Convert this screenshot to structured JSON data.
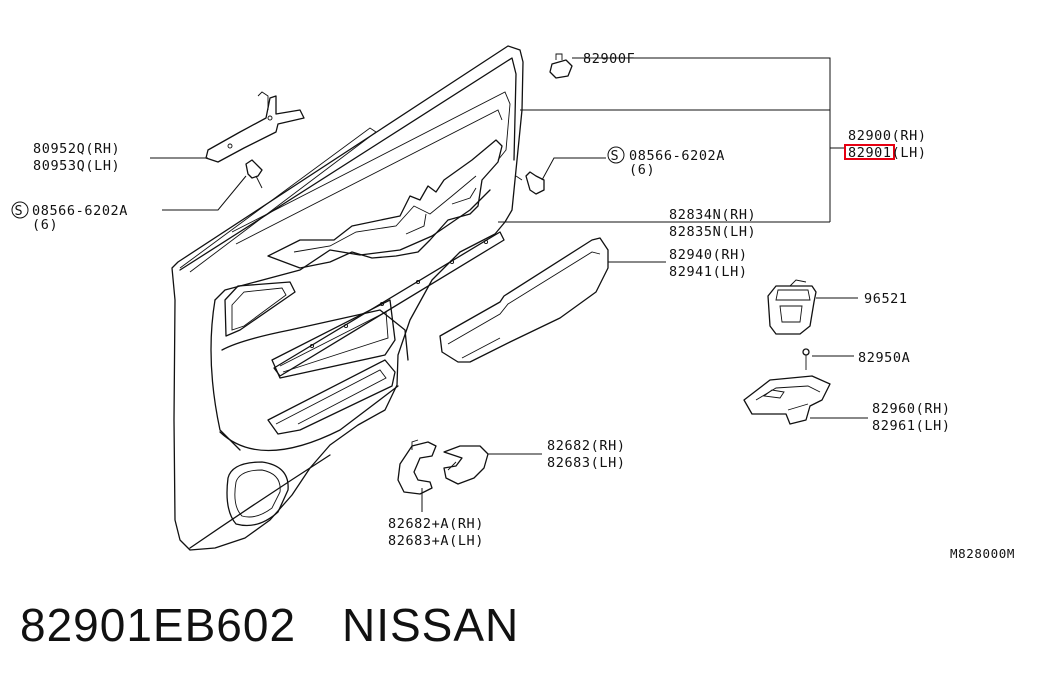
{
  "diagram": {
    "labels": {
      "clip_top": "82900F",
      "bracket_rh": "80952Q(RH)",
      "bracket_lh": "80953Q(LH)",
      "screw_left_code": "08566-6202A",
      "screw_left_qty": "(6)",
      "screw_right_code": "08566-6202A",
      "screw_right_qty": "(6)",
      "trim_rh": "82900(RH)",
      "trim_lh": "82901(LH)",
      "finisher_rh": "82834N(RH)",
      "finisher_lh": "82835N(LH)",
      "armrest_rh": "82940(RH)",
      "armrest_lh": "82941(LH)",
      "switch": "96521",
      "screw_small": "82950A",
      "switch_base_rh": "82960(RH)",
      "switch_base_lh": "82961(LH)",
      "handle_escutcheon_rh": "82682(RH)",
      "handle_escutcheon_lh": "82683(LH)",
      "handle_escutcheon_a_rh": "82682+A(RH)",
      "handle_escutcheon_a_lh": "82683+A(LH)",
      "diagram_code": "M828000M",
      "screw_symbol": "S"
    },
    "highlight_color": "#e60012"
  },
  "footer": {
    "part_number": "82901EB602",
    "brand": "NISSAN"
  }
}
